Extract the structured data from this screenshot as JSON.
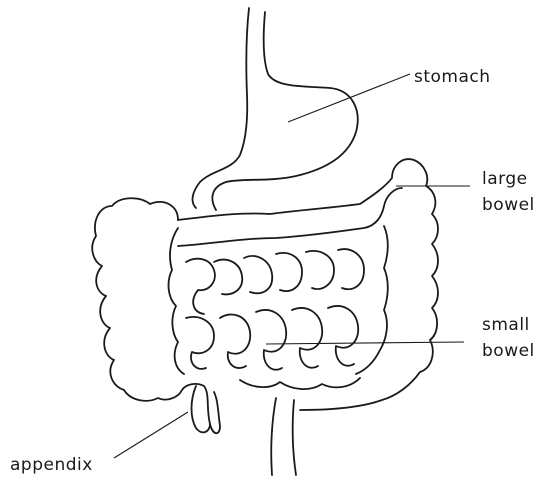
{
  "labels": {
    "stomach": "stomach",
    "large_bowel_line1": "large",
    "large_bowel_line2": "bowel",
    "small_bowel_line1": "small",
    "small_bowel_line2": "bowel",
    "appendix": "appendix"
  },
  "colors": {
    "ink": "#1a1a1a",
    "background": "#ffffff"
  }
}
